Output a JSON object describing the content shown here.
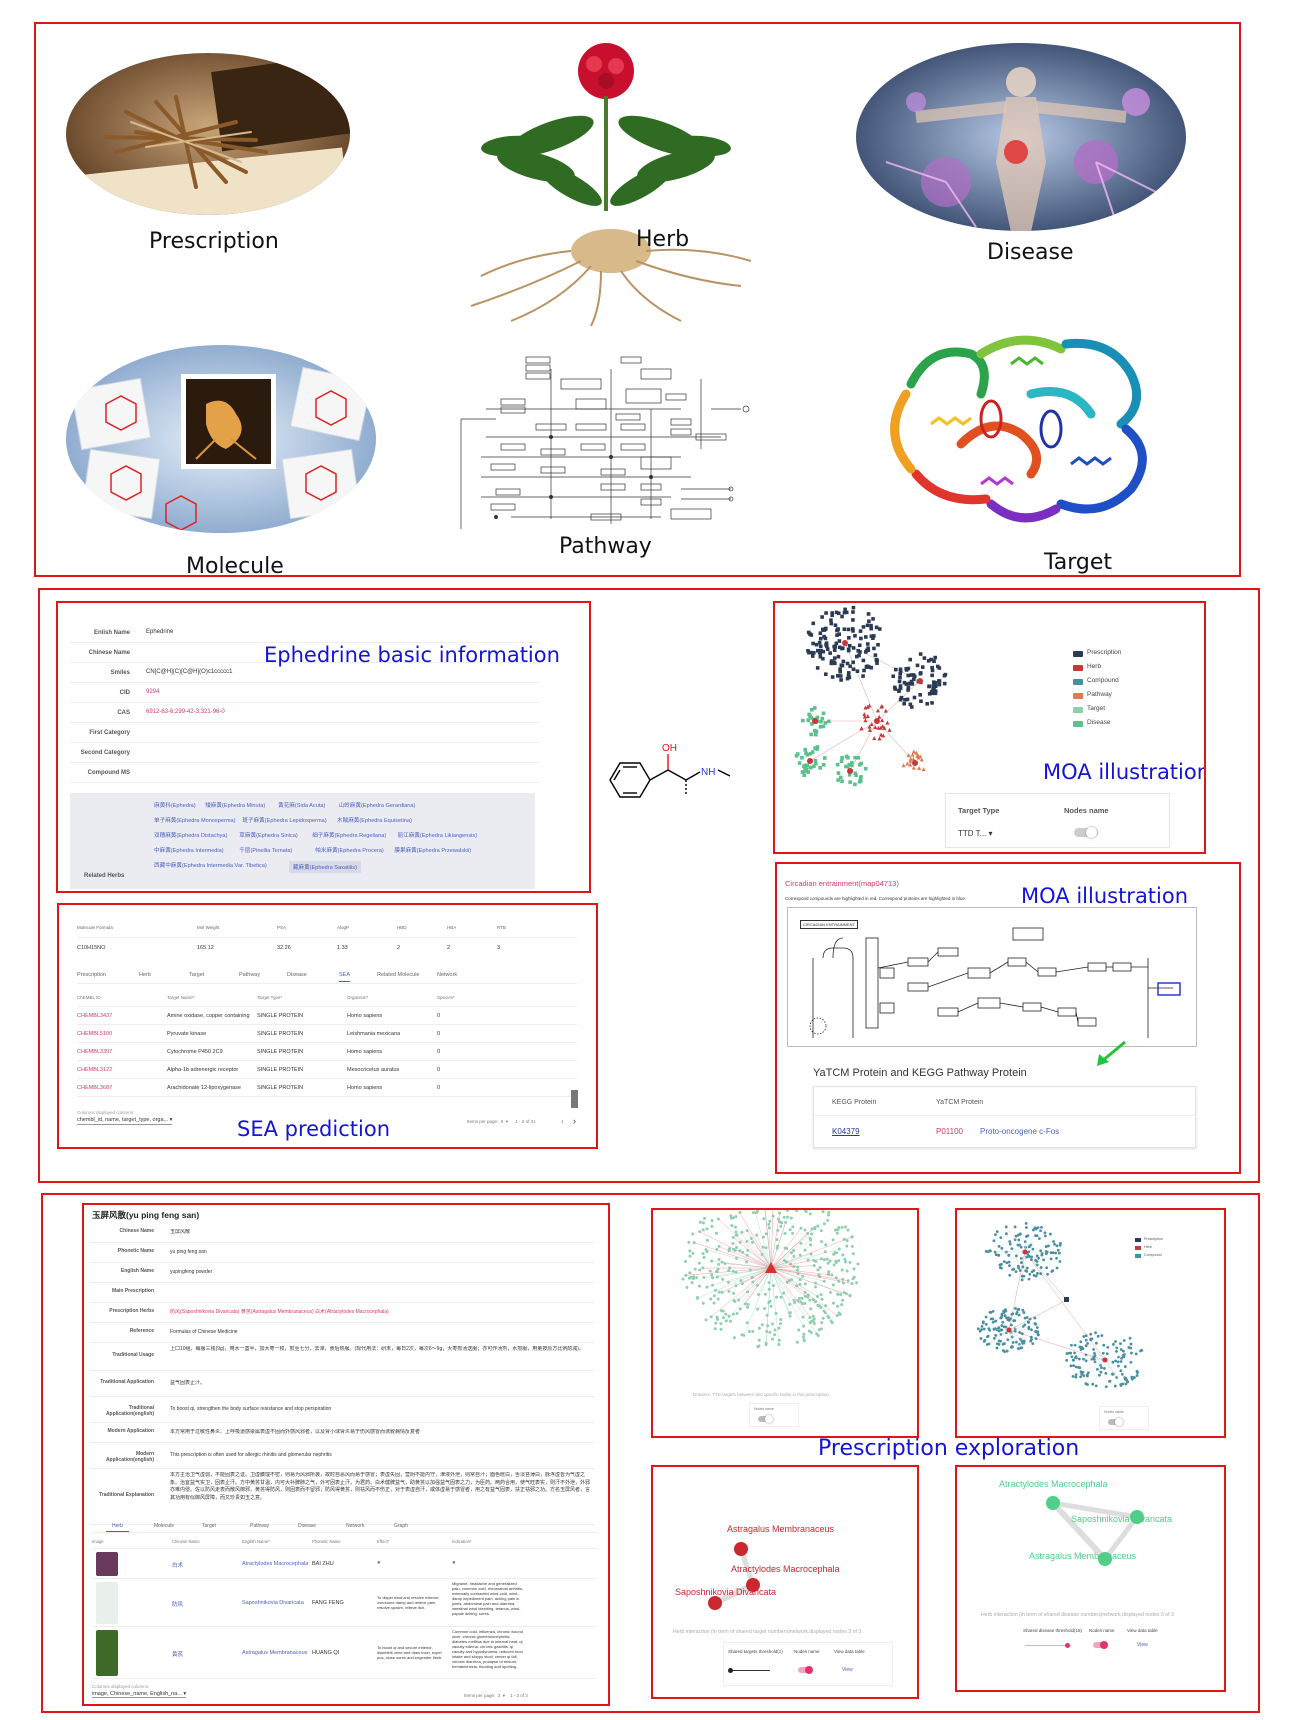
{
  "top": {
    "labels": {
      "prescription": "Prescription",
      "herb": "Herb",
      "disease": "Disease",
      "molecule": "Molecule",
      "pathway": "Pathway",
      "target": "Target"
    }
  },
  "ephedrine": {
    "title": "Ephedrine basic information",
    "fields": [
      {
        "k": "Enlish Name",
        "v": "Ephedrine"
      },
      {
        "k": "Chinese Name",
        "v": ""
      },
      {
        "k": "Smiles",
        "v": "CN[C@H](C)[C@H](O)c1ccccc1"
      },
      {
        "k": "CID",
        "v": "9294"
      },
      {
        "k": "CAS",
        "v": "6912-63-6;299-42-3;321-96-0"
      },
      {
        "k": "First Category",
        "v": ""
      },
      {
        "k": "Second Category",
        "v": ""
      },
      {
        "k": "Compound MS",
        "v": ""
      }
    ],
    "related_label": "Related Herbs",
    "related_herbs": [
      [
        "麻黄科(Ephedra)",
        "矮麻黄(Ephedra Minuta)",
        "黄花麻(Sida Acuta)",
        "山岭麻黄(Ephedra Gerardiana)"
      ],
      [
        "单子麻黄(Ephedra Monosperma)",
        "斑子麻黄(Ephedra Lepidosperma)",
        "木贼麻黄(Ephedra Equisetina)"
      ],
      [
        "双穗麻黄(Ephedra Distachya)",
        "草麻黄(Ephedra Sinica)",
        "细子麻黄(Ephedra Regeliana)",
        "丽江麻黄(Ephedra Likiangensis)"
      ],
      [
        "中麻黄(Ephedra Intermedia)",
        "千层(Pinellia Ternata)",
        "帕米麻黄(Ephedra Procera)",
        "膜果麻黄(Ephedra Przewalskii)"
      ],
      [
        "西藏中麻黄(Ephedra Intermedia Var. Tibetica)",
        "藏麻黄(Ephedra Saxatilis)"
      ]
    ]
  },
  "molecule_struct": {
    "oh": "OH",
    "nh": "NH"
  },
  "moa1": {
    "title": "MOA illustration",
    "legend": [
      {
        "name": "Prescription",
        "color": "#2b3a55"
      },
      {
        "name": "Herb",
        "color": "#c93838"
      },
      {
        "name": "Compound",
        "color": "#4a8fa0"
      },
      {
        "name": "Pathway",
        "color": "#e07a52"
      },
      {
        "name": "Target",
        "color": "#8fd0a4"
      },
      {
        "name": "Disease",
        "color": "#5ac08c"
      }
    ],
    "target_type_label": "Target Type",
    "nodes_name_label": "Nodes name",
    "target_type_value": "TTD T... ▾"
  },
  "moa2": {
    "title": "MOA illustration",
    "pathway_title": "Circadian entrainment(map04713)",
    "note": "Correspond compounds are highlighted in red. Correspond proteins are highlighted in blue.",
    "diagram_title": "CIRCADIAN ENTRAINMENT",
    "table_title": "YaTCM Protein and KEGG Pathway Protein",
    "col1": "KEGG Protein",
    "col2": "YaTCM Protein",
    "row": {
      "kegg": "K04379",
      "yatcm": "P01100",
      "name": "Proto-oncogene c-Fos"
    }
  },
  "sea": {
    "title": "SEA prediction",
    "props_headers": [
      "Molecule Formula",
      "Mol Weight",
      "PSA",
      "AlogP",
      "HBD",
      "HBA",
      "RTB"
    ],
    "props_values": [
      "C10H15NO",
      "165.12",
      "32.26",
      "1.33",
      "2",
      "2",
      "3"
    ],
    "tabs": [
      "Prescription",
      "Herb",
      "Target",
      "Pathway",
      "Disease",
      "SEA",
      "Related Molecule",
      "Network"
    ],
    "headers": [
      "ChEMBL ID",
      "Target Name*",
      "Target Type*",
      "Organism*",
      "Species*"
    ],
    "rows": [
      [
        "CHEMBL3437",
        "Amine oxidase, copper containing",
        "SINGLE PROTEIN",
        "Homo sapiens",
        "0"
      ],
      [
        "CHEMBL5100",
        "Pyruvate kinase",
        "SINGLE PROTEIN",
        "Leishmania mexicana",
        "0"
      ],
      [
        "CHEMBL3397",
        "Cytochrome P450 2C9",
        "SINGLE PROTEIN",
        "Homo sapiens",
        "0"
      ],
      [
        "CHEMBL3122",
        "Alpha-1b adrenergic receptor",
        "SINGLE PROTEIN",
        "Mesocricetus auratus",
        "0"
      ],
      [
        "CHEMBL3687",
        "Arachidonate 12-lipoxygenase",
        "SINGLE PROTEIN",
        "Homo sapiens",
        "0"
      ]
    ],
    "select_caption": "Columns displayed columns:",
    "select_value": "chembl_id, name, target_type, orga... ▾",
    "paging": "Items per page:  5  ▾      1 - 5 of 21"
  },
  "yupingfeng": {
    "title": "玉屏风散(yu ping feng san)",
    "fields": [
      {
        "k": "Chinese Name",
        "v": "玉屏风散"
      },
      {
        "k": "Phonetic Name",
        "v": "yu ping feng san"
      },
      {
        "k": "English Name",
        "v": "yupingfeng powder"
      },
      {
        "k": "Main Prescription",
        "v": ""
      },
      {
        "k": "Prescription Herbs",
        "v": "防风(Saposhnikovia Divaricata)  黄芪(Astragalus Membranaceus)  白术(Atractylodes Macrocephala)"
      },
      {
        "k": "Reference",
        "v": "Formulas of Chinese Medicine"
      },
      {
        "k": "Traditional Usage",
        "v": "上口10组，每服三钱(9g)，用水一盏半，加大枣一枚，煎至七分，去滓，食后热服。(现代用法：研末，每日2次，每次6～9g，大枣煎汤送服；亦可作汤剂，水煎服，用量按原方比例酌减)。"
      },
      {
        "k": "Traditional Application",
        "v": "益气固表止汗。"
      },
      {
        "k": "Traditional Application(english)",
        "v": "To boost qi, strengthen the body surface resistance and stop perspiration"
      },
      {
        "k": "Modern Application",
        "v": "本方常用于过敏性鼻炎、上呼吸道感染属表虚不固而外感风邪者，以及肾小球肾炎易于伤风感冒而诱致病情反复者"
      },
      {
        "k": "Modern Application(english)",
        "v": "This prescription is often used for allergic rhinitis and glomerular nephritis"
      },
      {
        "k": "Traditional Explanation",
        "v": "本方主治卫气虚弱，不能固表之证。卫虚腠理不密，则易为风邪所袭，故时自恶风而易于感冒；表虚失固，营阴不能内守，津液外泄，则常自汗；面色㿠白，舌淡苔薄白，脉浮虚皆为气虚之象。治宜益气实卫，固表止汗。方中黄芪甘温，内可大补脾肺之气，外可固表止汗，为君药。白术健脾益气，助黄芪以加强益气固表之力，为臣药。两药合用，使气旺表实，则汗不外泄，外邪亦难内侵。佐以防风走表而散风御邪，黄芪得防风，则固表而不留邪；防风得黄芪，则祛风而不伤正，对于表虚自汗，或体虚易于感冒者，用之有益气固表，扶正祛邪之功。方名玉屏风者，言其功用有似御风屏障，而又珍贵如玉之意。"
      }
    ],
    "tabs": [
      "Herb",
      "Molecule",
      "Target",
      "Pathway",
      "Disease",
      "Network",
      "Graph"
    ],
    "herb_headers": [
      "Image",
      "Chinese Name",
      "English Name*",
      "Phonetic Name",
      "Effect*",
      "Indication*"
    ],
    "herb_rows": [
      {
        "cn": "白术",
        "en": "Atractylodes Macrocephala",
        "ph": "BAI ZHU",
        "effect": "",
        "ind": ""
      },
      {
        "cn": "防风",
        "en": "Saposhnikovia Divaricata",
        "ph": "FANG FENG",
        "effect": "To dispel wind and resolve exterior, overcome damp and relieve pain, resolve spasm, relieve itch.",
        "ind": "Migraine, headache and generalized pain, common cold, rheumatoid arthritis, externally contracted wind-cold, wind-damp impediment pain, aching pain in joints, abdominal pain and diarrhea, intestinal wind bleeding, tetanus, wind-papule itching, sores."
      },
      {
        "cn": "黄芪",
        "en": "Astragalus Membranaceus",
        "ph": "HUANG QI",
        "effect": "To boost qi and secure exterior, disinhibit urine and draw toxin, expel pus, close sores and engender flesh.",
        "ind": "Common cold, influenza, chronic wound ulcer, chronic glomerulonephritis, diabetes mellitus due to internal heat, qi vacuity edema, chronic gastritis, qi vacuity and hypodynamia, reduced food intake and sloppy stool, center qi fall, chronic diarrhea, prolapse of rectum, hematochezia, flooding and spotting."
      }
    ],
    "select_caption": "Columns displayed columns:",
    "select_value": "image, Chinese_name, English_na... ▾",
    "paging": "Items per page:  3  ▾    1 - 3 of 3"
  },
  "exploration": {
    "title": "Prescription exploration",
    "net1_caption": "Drawers: TTD targets between two specific herbs in this prescription",
    "net1_ctrl": "Nodes name",
    "net2_legend": [
      {
        "name": "Prescription",
        "color": "#2b3a55"
      },
      {
        "name": "Herb",
        "color": "#c93838"
      },
      {
        "name": "Compound",
        "color": "#4a8fa0"
      }
    ],
    "net2_ctrl": "Nodes name",
    "herbnet1": {
      "nodes": [
        "Astragalus Membranaceus",
        "Atractylodes Macrocephala",
        "Saposhnikovia Divaricata"
      ],
      "caption": "Herb interaction (in term of shared target numbers)network,displayed nodes 3 of 3",
      "controls": [
        "Shared targets threshold(1)",
        "Nodes name",
        "View data table"
      ],
      "view": "View"
    },
    "herbnet2": {
      "nodes": [
        "Atractylodes Macrocephala",
        "Saposhnikovia Divaricata",
        "Astragalus Membranaceus"
      ],
      "caption": "Herb interaction (in term of shared disease numbers)network,displayed nodes 3 of 3",
      "controls": [
        "Shared disease threshold(18)",
        "Nodes name",
        "View data table"
      ],
      "view": "View"
    }
  }
}
